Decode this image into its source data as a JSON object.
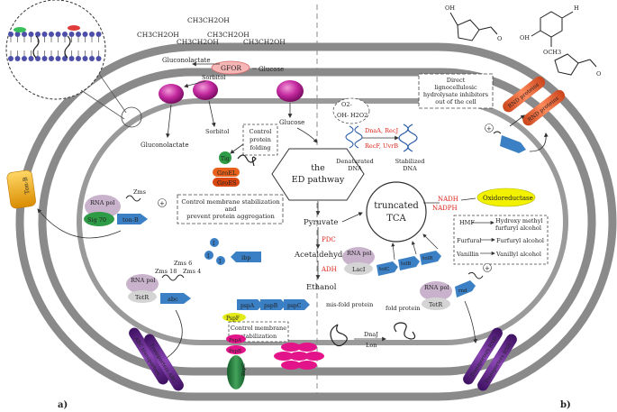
{
  "panel_labels": {
    "a": "a)",
    "b": "b)"
  },
  "ethanol_molecules": [
    "CH3CH2OH",
    "CH3CH2OH",
    "CH3CH2OH",
    "CH3CH2OH",
    "CH3CH2OH"
  ],
  "glucose_uptake": {
    "gluconolactate_top": "Gluconolactate",
    "sorbitol_top": "Sorbitol",
    "gfor": "GFOR",
    "glucose_top": "Glucose",
    "gluconolactate_bottom": "Gluconolactate",
    "sorbitol_bottom": "Sorbitol",
    "glucose_inner": "Glucose"
  },
  "folding": {
    "box": "Control\nprotein\nfolding",
    "tig": "Tig",
    "groel": "GroEL",
    "groes": "GroES"
  },
  "pathway": {
    "ed": "the\nED pathway",
    "pyruvate": "Pyruvate",
    "pdc": "PDC",
    "acetaldehyde": "Acetaldehyde",
    "adh": "ADH",
    "ethanol": "Ethanol",
    "tca": "truncated\nTCA"
  },
  "dna_repair": {
    "o2": "O2-",
    "h2o2": "H2O2",
    "oh": "OH-",
    "enzymes1": "DnaA, RecJ",
    "enzymes2": "RecF, UvrB",
    "denatured": "Denaturated\nDNA",
    "stabilized": "Stabilized\nDNA"
  },
  "inhibitor_box": "Direct\nlignocellulosic\nhydrolysate inhibitors\nout of the cell",
  "rnd": {
    "left": "RND proteins",
    "right": "RND proteins"
  },
  "oxidoreductase": {
    "nadh": "NADH",
    "nadph": "NADPH",
    "enzyme": "Oxidoreductase",
    "reactions": [
      {
        "from": "HMF",
        "to": "Hydroxy methyl\nfurfuryl alcohol"
      },
      {
        "from": "Furfural",
        "to": "Furfuryl alcohol"
      },
      {
        "from": "Vanillin",
        "to": "Vanillyl alcohol"
      }
    ]
  },
  "left_module": {
    "ton_b_box": "Ton-B",
    "rna_pol": "RNA pol",
    "sig70": "Sig 70",
    "zms": "Zms",
    "ton_b_gene": "ton-B",
    "plus": "+"
  },
  "membrane_box": "Control membrane stabilization\nand\nprevent protein aggregation",
  "ibp": {
    "ibp": "ibp",
    "i1": "I",
    "i2": "I",
    "i3": "I"
  },
  "tetr_left": {
    "rna_pol": "RNA pol",
    "tetr": "TetR",
    "zms6": "Zms 6",
    "zms18": "Zms 18",
    "zms4": "Zms 4",
    "abc": "abc"
  },
  "psp": {
    "genes": [
      "pspA",
      "pspB",
      "pspC"
    ],
    "pspf": "PspF",
    "pspa": "PspA",
    "pspb": "PspB",
    "pspc": "PspC",
    "box": "Control membrane\nstabilization"
  },
  "lacI": {
    "rna_pol": "RNA pol",
    "laci": "LacI",
    "genes": [
      "tolC",
      "tolB",
      "tolR"
    ]
  },
  "folding_right": {
    "misfold": "mis-fold protein",
    "fold": "fold protein",
    "dnaj": "DnaJ",
    "lon": "Lon",
    "rna_pol": "RNA pol",
    "tetr": "TetR",
    "gene": "rnd",
    "plus": "+"
  },
  "transporters": {
    "abc_left": "ABC transporters",
    "abc_right": "Transporters ABC",
    "rnd_bottom": "Transporters RND",
    "rnd_bottom2": "Transporters RND"
  },
  "chemistry": {
    "oh": "OH",
    "h": "H",
    "o": "O",
    "och3": "OCH3"
  },
  "colors": {
    "membrane": "#8a8a8a",
    "porin": "#c42aa0",
    "gene_arrow": "#3b7fc4",
    "rna_pol": "#c9b2cc",
    "lacI": "#d4d4d4",
    "ton_b": "#f4b81e",
    "rnd_channel": "#f26a3a",
    "transporter": "#6a2d8e",
    "tig": "#2e9b46",
    "groel": "#e8611c",
    "psp_pink": "#e3148a",
    "pspf_yellow": "#e4ea18",
    "oxidoreductase": "#f2f200",
    "accent_red": "#e0231b"
  }
}
